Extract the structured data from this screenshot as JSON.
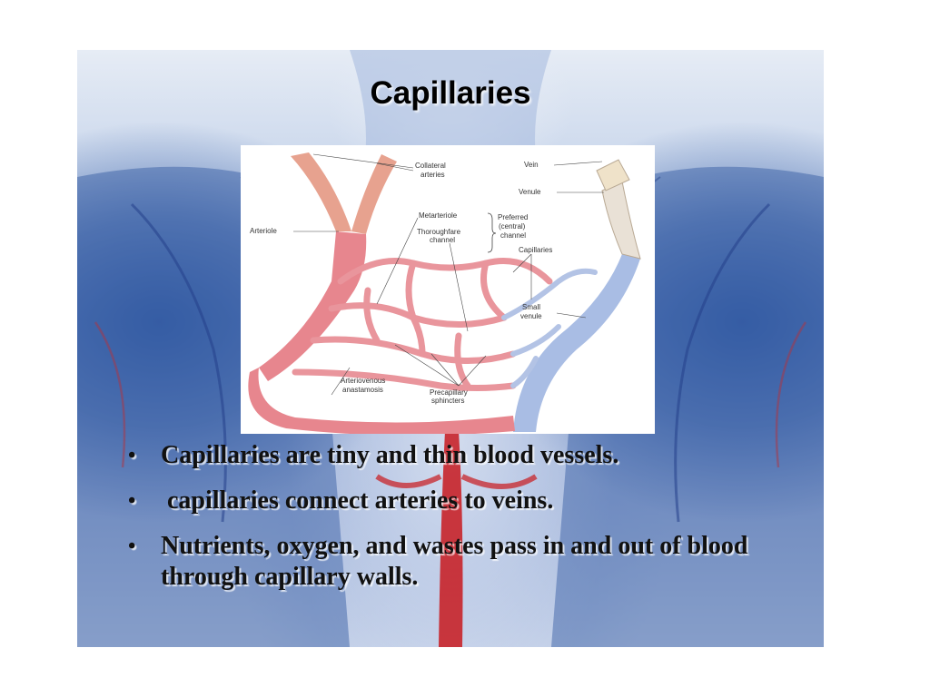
{
  "slide": {
    "title": "Capillaries",
    "diagram": {
      "labels": {
        "collateral_1": "Collateral",
        "collateral_2": "arteries",
        "vein": "Vein",
        "venule": "Venule",
        "arteriole": "Arteriole",
        "metarteriole": "Metarteriole",
        "thoroughfare_1": "Thoroughfare",
        "thoroughfare_2": "channel",
        "preferred_1": "Preferred",
        "preferred_2": "(central)",
        "preferred_3": "channel",
        "capillaries": "Capillaries",
        "small_venule_1": "Small",
        "small_venule_2": "venule",
        "av_1": "Arteriovenous",
        "av_2": "anastamosis",
        "precap_1": "Precapillary",
        "precap_2": "sphincters"
      }
    },
    "bullets": [
      "Capillaries are tiny and thin blood vessels.",
      " capillaries connect arteries to veins.",
      "Nutrients, oxygen, and wastes pass in and out of blood through capillary walls."
    ],
    "bullet_symbol": "•",
    "colors": {
      "artery": "#e7868e",
      "vein": "#a9bde4",
      "background_blue": "#3b62a8",
      "aorta_red": "#c8242a"
    }
  }
}
